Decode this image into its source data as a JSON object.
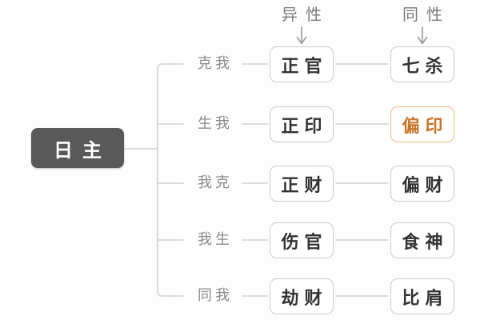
{
  "diagram": {
    "day_master": {
      "label": "日主"
    },
    "column_headers": [
      {
        "label": "异性"
      },
      {
        "label": "同性"
      }
    ],
    "rows": [
      {
        "relation": "克我",
        "opposite_gender": "正官",
        "same_gender": "七杀",
        "highlighted": null
      },
      {
        "relation": "生我",
        "opposite_gender": "正印",
        "same_gender": "偏印",
        "highlighted": "same_gender"
      },
      {
        "relation": "我克",
        "opposite_gender": "正财",
        "same_gender": "偏财",
        "highlighted": null
      },
      {
        "relation": "我生",
        "opposite_gender": "伤官",
        "same_gender": "食神",
        "highlighted": null
      },
      {
        "relation": "同我",
        "opposite_gender": "劫财",
        "same_gender": "比肩",
        "highlighted": null
      }
    ],
    "icons": {
      "down_arrow": "↓"
    },
    "colors": {
      "day_master_bg": "#595959",
      "day_master_text": "#ffffff",
      "node_border": "#c9c9c9",
      "node_text": "#333333",
      "highlight_border": "#e8bc86",
      "highlight_text": "#cb7427",
      "relation_text": "#8c8c8c",
      "header_text": "#7b7b7b",
      "connector_line": "#d2d2d2",
      "arrow": "#9a9a9a"
    }
  }
}
